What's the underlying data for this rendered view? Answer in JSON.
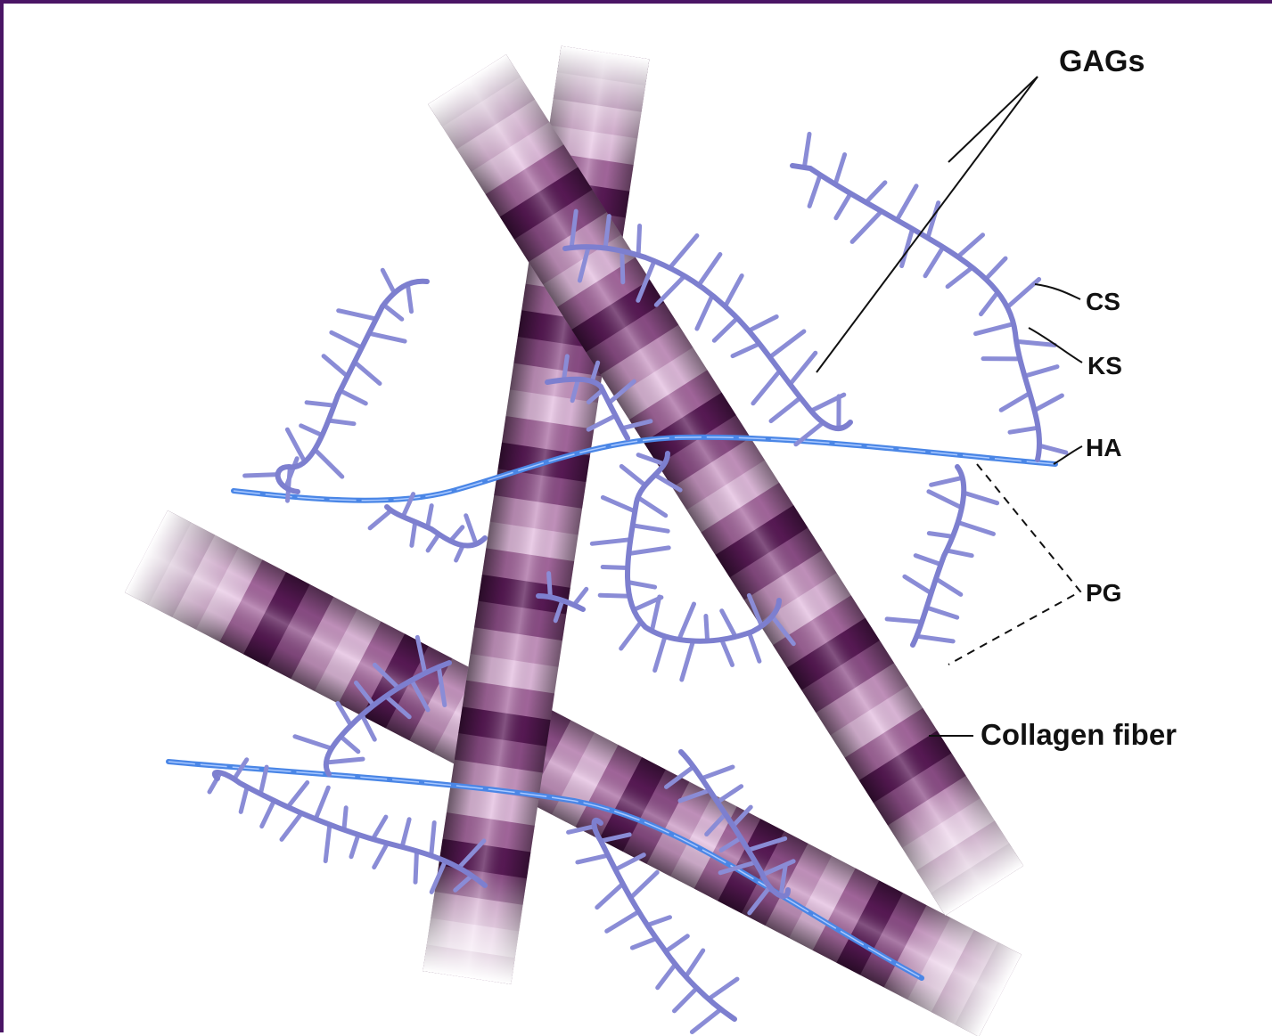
{
  "labels": {
    "gags": "GAGs",
    "cs": "CS",
    "ks": "KS",
    "ha": "HA",
    "pg": "PG",
    "collagen": "Collagen fiber"
  },
  "colors": {
    "frame_border": "#4a1565",
    "collagen_dark": "#3d0c3f",
    "collagen_light": "#e6bfe2",
    "hyaluronan": "#4a86e6",
    "proteoglycan": "#8a8cd6"
  }
}
